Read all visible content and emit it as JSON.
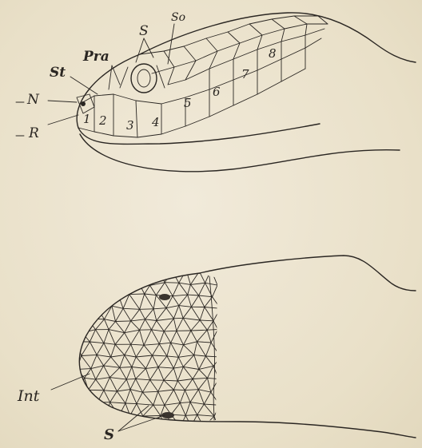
{
  "upper_view": {
    "labels": {
      "s": "S",
      "so": "So",
      "pra": "Pra",
      "st": "St",
      "n": "N",
      "r": "R"
    },
    "scale_numbers": [
      "1",
      "2",
      "3",
      "4",
      "5",
      "6",
      "7",
      "8"
    ]
  },
  "lower_view": {
    "labels": {
      "int": "Int",
      "s": "S"
    }
  }
}
